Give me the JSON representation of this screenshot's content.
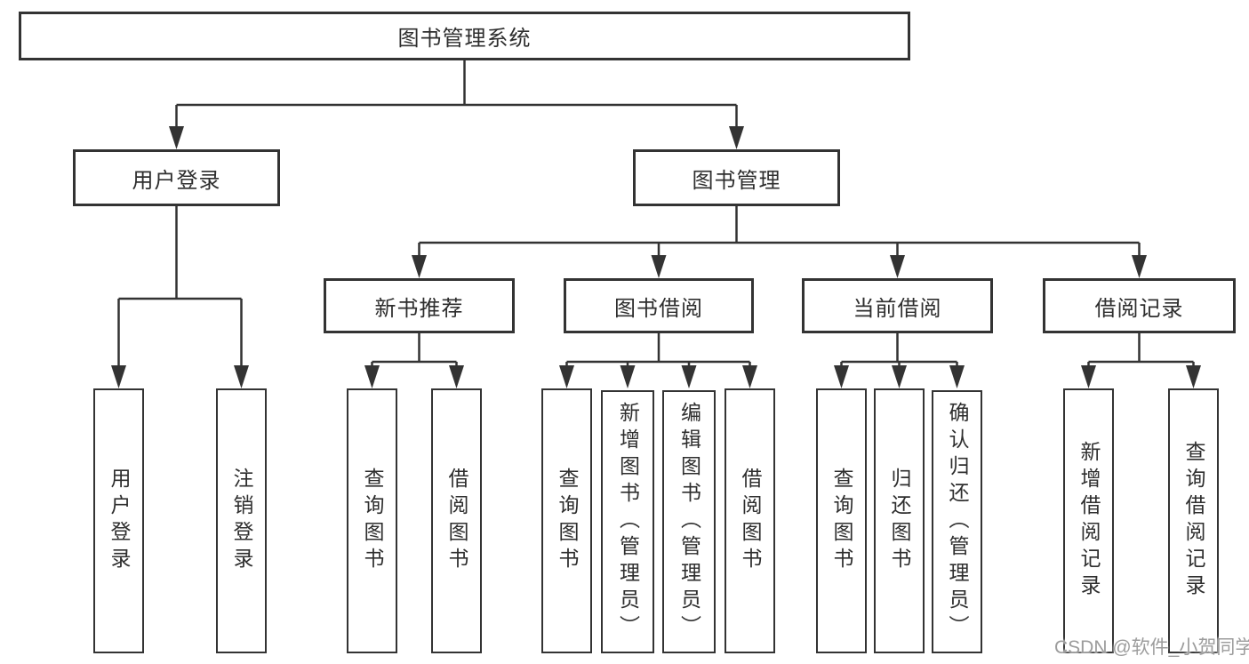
{
  "diagram": {
    "root": {
      "label": "图书管理系统"
    },
    "branches": [
      {
        "label": "用户登录",
        "children": [
          {
            "label": "用户登录"
          },
          {
            "label": "注销登录"
          }
        ]
      },
      {
        "label": "图书管理",
        "children": [
          {
            "label": "新书推荐",
            "children": [
              {
                "label": "查询图书"
              },
              {
                "label": "借阅图书"
              }
            ]
          },
          {
            "label": "图书借阅",
            "children": [
              {
                "label": "查询图书"
              },
              {
                "label": "新增图书（管理员）"
              },
              {
                "label": "编辑图书（管理员）"
              },
              {
                "label": "借阅图书"
              }
            ]
          },
          {
            "label": "当前借阅",
            "children": [
              {
                "label": "查询图书"
              },
              {
                "label": "归还图书"
              },
              {
                "label": "确认归还（管理员）"
              }
            ]
          },
          {
            "label": "借阅记录",
            "children": [
              {
                "label": "新增借阅记录"
              },
              {
                "label": "查询借阅记录"
              }
            ]
          }
        ]
      }
    ]
  },
  "watermark": {
    "text": "CSDN @软件_小贺同学"
  },
  "colors": {
    "line": "#333333",
    "text": "#2e2e2e",
    "watermark": "#9c9c9c",
    "background": "#ffffff"
  }
}
